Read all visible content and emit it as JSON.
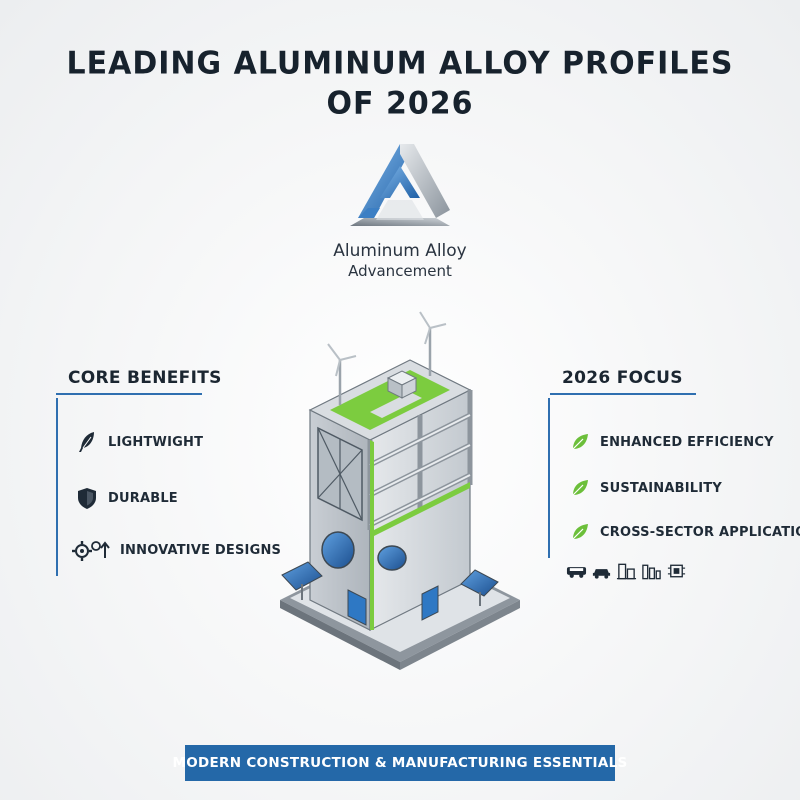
{
  "header": {
    "title_line1": "LEADING ALUMINUM ALLOY PROFILES",
    "title_line2": "OF 2026"
  },
  "brand": {
    "name_line1": "Aluminum Alloy",
    "name_line2": "Advancement",
    "logo_icon": "triangle-logo-icon"
  },
  "left_panel": {
    "heading": "CORE BENEFITS",
    "items": [
      {
        "label": "LIGHTWIGHT",
        "icon": "feather-icon"
      },
      {
        "label": "DURABLE",
        "icon": "shield-icon"
      },
      {
        "label": "INNOVATIVE DESIGNS",
        "icon": "gears-arrow-icon"
      }
    ]
  },
  "right_panel": {
    "heading": "2026 FOCUS",
    "items": [
      {
        "label": "ENHANCED EFFICIENCY",
        "icon": "leaf-icon"
      },
      {
        "label": "SUSTAINABILITY",
        "icon": "leaf-icon"
      },
      {
        "label": "CROSS-SECTOR APPLICATIONS",
        "icon": "leaf-icon"
      }
    ],
    "sector_icons": [
      "truck-icon",
      "car-icon",
      "building-icon",
      "factory-icon",
      "chip-icon"
    ]
  },
  "footer": {
    "label": "MODERN CONSTRUCTION & MANUFACTURING ESSENTIALS"
  },
  "colors": {
    "accent_blue": "#2468a8",
    "leaf_green": "#6cbf3a",
    "text_dark": "#1b2631"
  }
}
